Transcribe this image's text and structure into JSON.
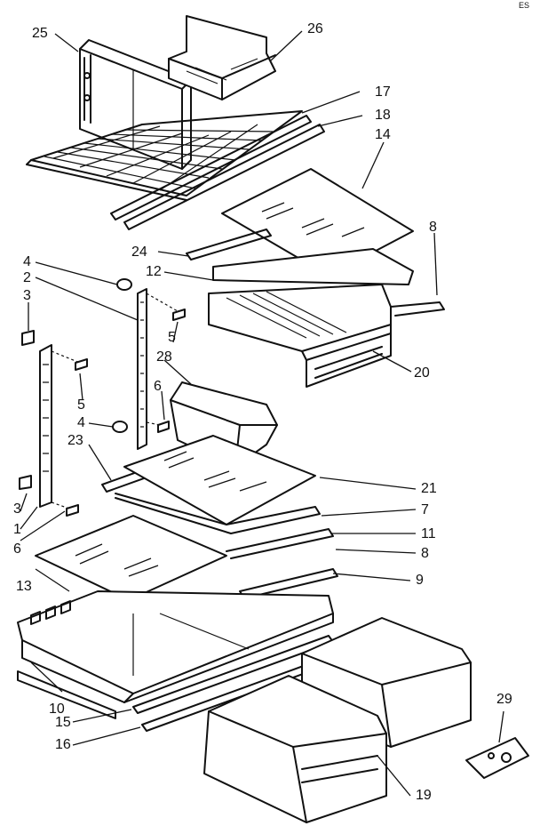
{
  "labels": {
    "p1": "1",
    "p2": "2",
    "p3a": "3",
    "p3b": "3",
    "p4a": "4",
    "p4b": "4",
    "p5a": "5",
    "p5b": "5",
    "p6a": "6",
    "p6b": "6",
    "p7": "7",
    "p8a": "8",
    "p8b": "8",
    "p9": "9",
    "p10": "10",
    "p11": "11",
    "p12": "12",
    "p13": "13",
    "p14": "14",
    "p15": "15",
    "p16": "16",
    "p17": "17",
    "p18": "18",
    "p19": "19",
    "p20": "20",
    "p21": "21",
    "p23": "23",
    "p24": "24",
    "p25": "25",
    "p26": "26",
    "p28": "28",
    "p29": "29"
  },
  "corner_mark": "ES"
}
